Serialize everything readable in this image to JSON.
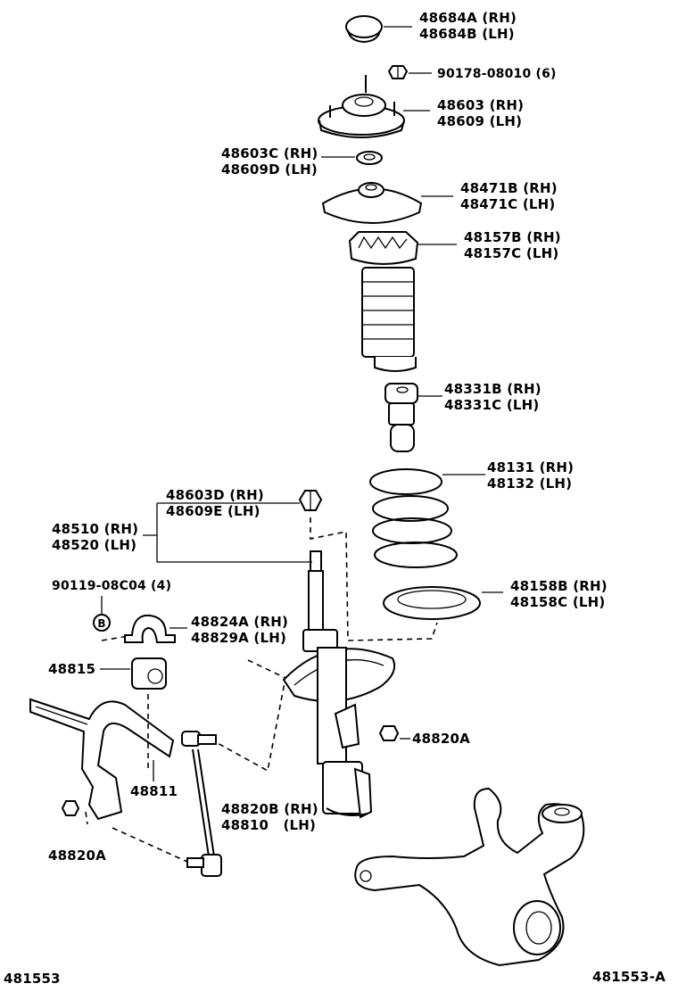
{
  "parts": {
    "cap_cover": "48684A (RH)\n48684B (LH)",
    "nut_mount": "90178-08010 (6)",
    "support_mount": "48603 (RH)\n48609 (LH)",
    "bearing": "48603C (RH)\n48609D (LH)",
    "upper_seat": "48471B (RH)\n48471C (LH)",
    "dust_boot": "48157B (RH)\n48157C (LH)",
    "bump_stopper": "48331B (RH)\n48331C (LH)",
    "coil_spring": "48131 (RH)\n48132 (LH)",
    "lower_insulator": "48158B (RH)\n48158C (LH)",
    "strut_nut": "48603D (RH)\n48609E (LH)",
    "shock_absorber": "48510 (RH)\n48520 (LH)",
    "bolt_b": "90119-08C04 (4)",
    "bracket": "48824A (RH)\n48829A (LH)",
    "bushing": "48815",
    "link_nut_right": "48820A",
    "stabilizer_bar": "48811",
    "stab_link": "48820B (RH)\n48810   (LH)",
    "link_nut_left": "48820A",
    "b_marker": "B"
  },
  "footer": {
    "left_code": "481553",
    "right_code": "481553-A"
  }
}
